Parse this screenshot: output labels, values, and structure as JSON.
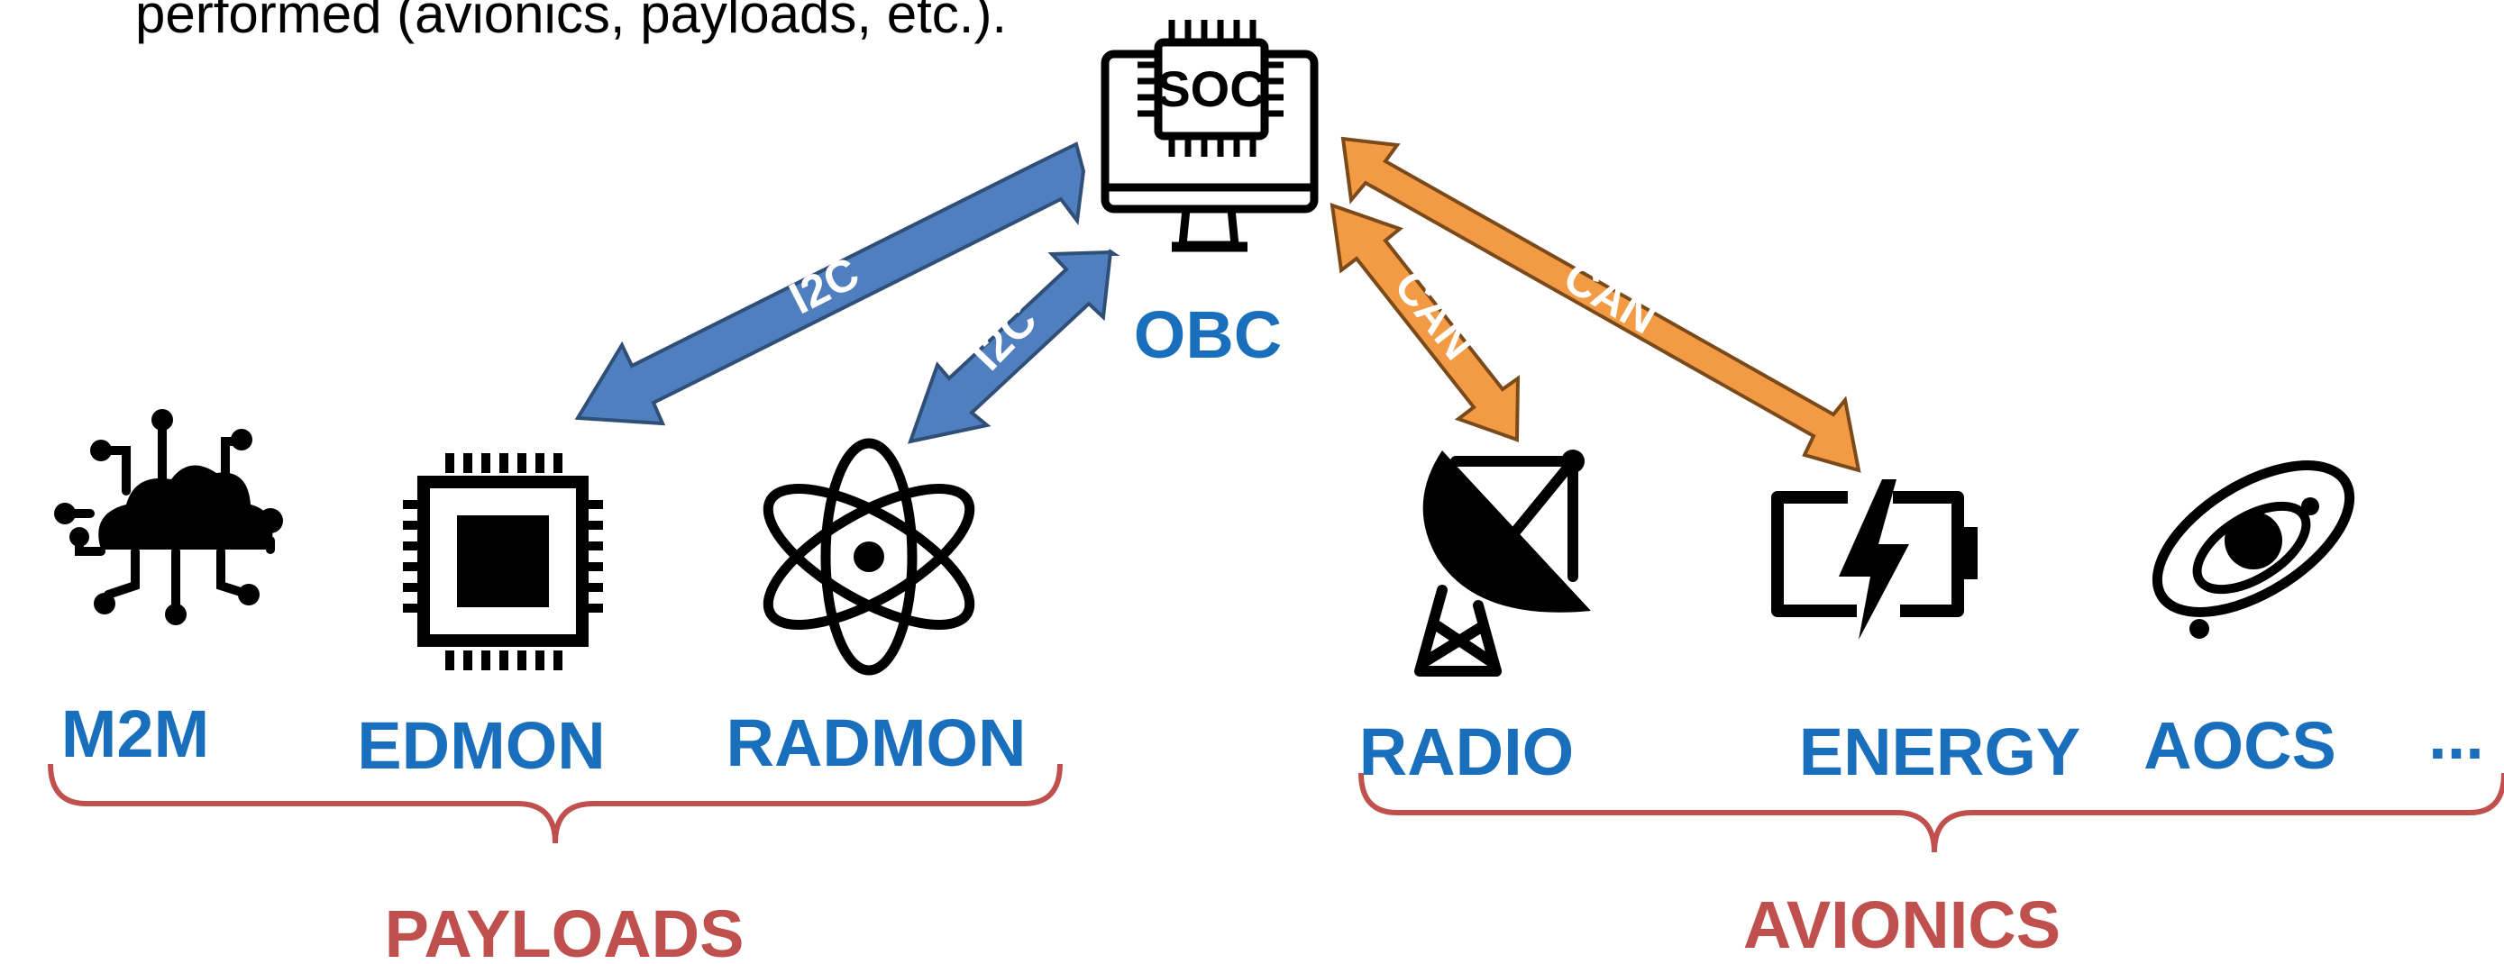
{
  "caption_fragment": "performed (avionics, payloads, etc.).",
  "obc": {
    "chip_text": "SOC",
    "label": "OBC"
  },
  "links": [
    {
      "protocol": "I2C",
      "to": "EDMON"
    },
    {
      "protocol": "I2C",
      "to": "RADMON"
    },
    {
      "protocol": "CAN",
      "to": "RADIO"
    },
    {
      "protocol": "CAN",
      "to": "ENERGY"
    }
  ],
  "payload_labels": [
    "M2M",
    "EDMON",
    "RADMON"
  ],
  "avionics_labels": [
    "RADIO",
    "ENERGY",
    "AOCS",
    "..."
  ],
  "groups": {
    "payloads": "PAYLOADS",
    "avionics": "AVIONICS"
  },
  "colors": {
    "i2c": "#4f7fbf",
    "can": "#f39a45",
    "label_blue": "#1a6fbd",
    "brace_red": "#c0504d"
  },
  "icons": [
    "monitor-soc-icon",
    "cloud-network-icon",
    "cpu-chip-icon",
    "atom-icon",
    "satellite-dish-icon",
    "battery-charging-icon",
    "galaxy-orbit-icon"
  ]
}
